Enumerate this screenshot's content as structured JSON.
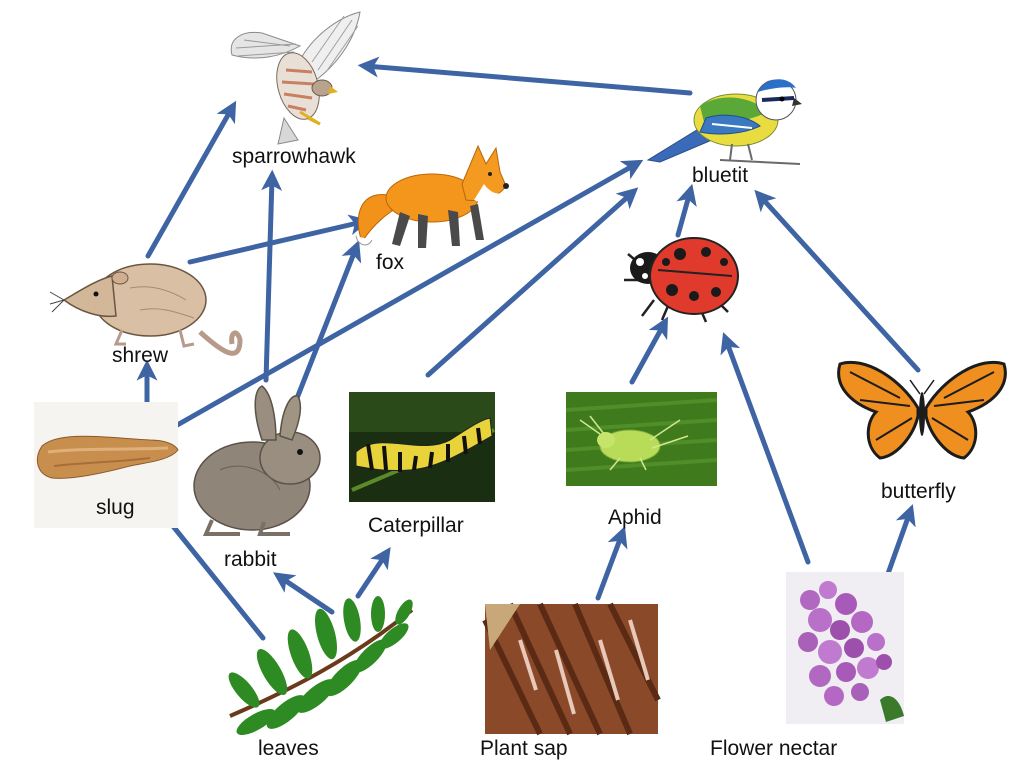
{
  "organisms": {
    "sparrowhawk": "sparrowhawk",
    "bluetit": "bluetit",
    "fox": "fox",
    "shrew": "shrew",
    "slug": "slug",
    "rabbit": "rabbit",
    "caterpillar": "Caterpillar",
    "aphid": "Aphid",
    "butterfly": "butterfly",
    "leaves": "leaves",
    "plant_sap": "Plant sap",
    "flower_nectar": "Flower nectar"
  },
  "links": [
    {
      "from": "bluetit",
      "to": "sparrowhawk"
    },
    {
      "from": "shrew",
      "to": "sparrowhawk"
    },
    {
      "from": "rabbit",
      "to": "sparrowhawk"
    },
    {
      "from": "shrew",
      "to": "fox"
    },
    {
      "from": "rabbit",
      "to": "fox"
    },
    {
      "from": "slug",
      "to": "shrew"
    },
    {
      "from": "slug",
      "to": "bluetit"
    },
    {
      "from": "caterpillar",
      "to": "bluetit"
    },
    {
      "from": "ladybird",
      "to": "bluetit"
    },
    {
      "from": "butterfly",
      "to": "bluetit"
    },
    {
      "from": "aphid",
      "to": "ladybird"
    },
    {
      "from": "flower_nectar",
      "to": "ladybird"
    },
    {
      "from": "leaves",
      "to": "slug"
    },
    {
      "from": "leaves",
      "to": "rabbit"
    },
    {
      "from": "leaves",
      "to": "caterpillar"
    },
    {
      "from": "plant_sap",
      "to": "aphid"
    },
    {
      "from": "flower_nectar",
      "to": "butterfly"
    }
  ],
  "colors": {
    "arrow": "#3e64a4"
  }
}
